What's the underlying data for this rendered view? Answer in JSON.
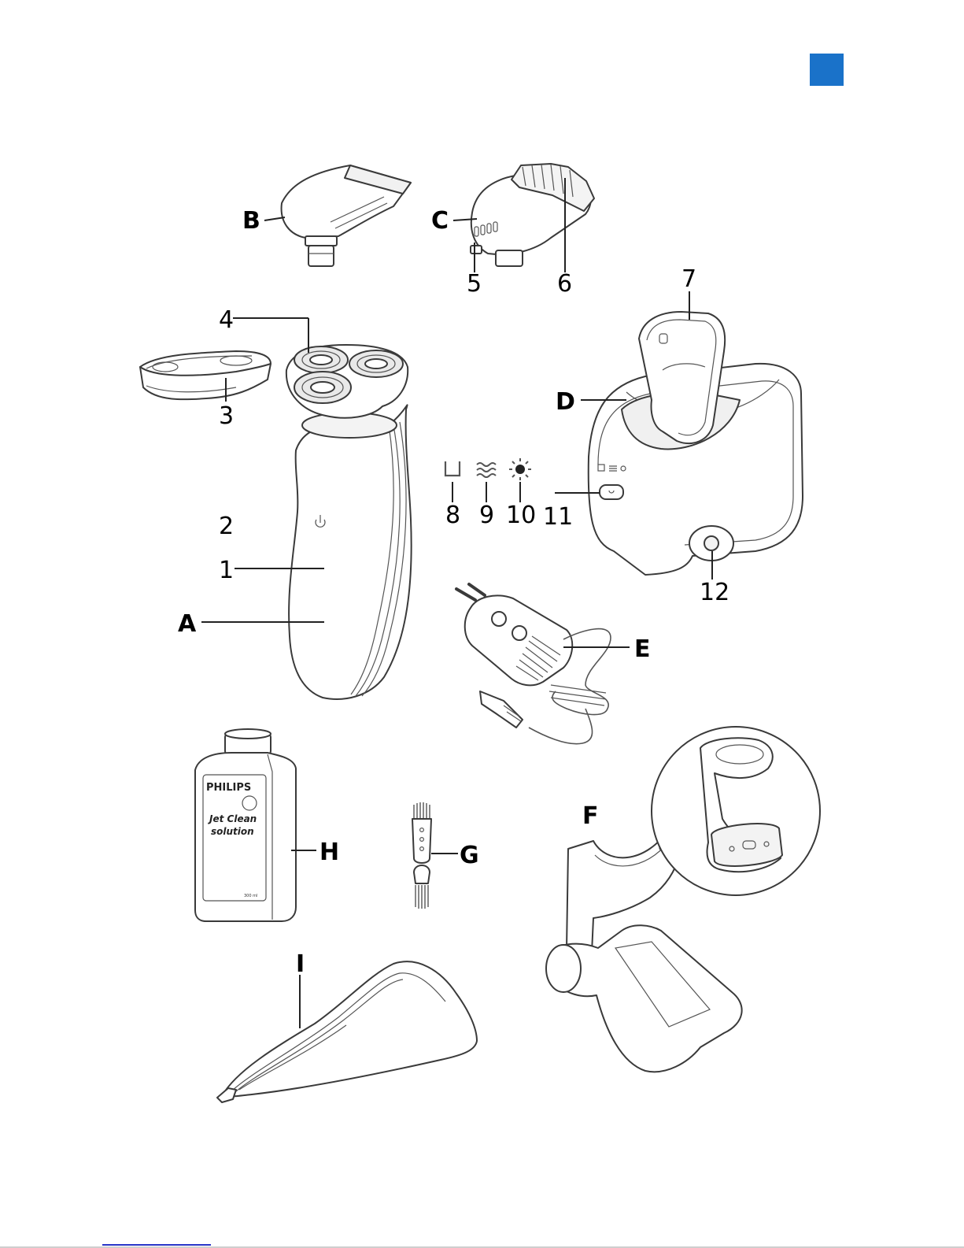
{
  "page": {
    "tab_color": "#1a72c9",
    "link_color": "#2a36c8"
  },
  "labels": {
    "A": "A",
    "B": "B",
    "C": "C",
    "D": "D",
    "E": "E",
    "F": "F",
    "G": "G",
    "H": "H",
    "I": "I",
    "n1": "1",
    "n2": "2",
    "n3": "3",
    "n4": "4",
    "n5": "5",
    "n6": "6",
    "n7": "7",
    "n8": "8",
    "n9": "9",
    "n10": "10",
    "n11": "11",
    "n12": "12"
  },
  "bottle": {
    "brand": "PHILIPS",
    "product_line1": "Jet Clean",
    "product_line2": "solution",
    "volume": "300 ml"
  },
  "icons": {
    "item8": "cleaning-fluid-icon",
    "item9": "waves-icon",
    "item10": "drying-sun-icon",
    "item11": "power-button-icon"
  }
}
